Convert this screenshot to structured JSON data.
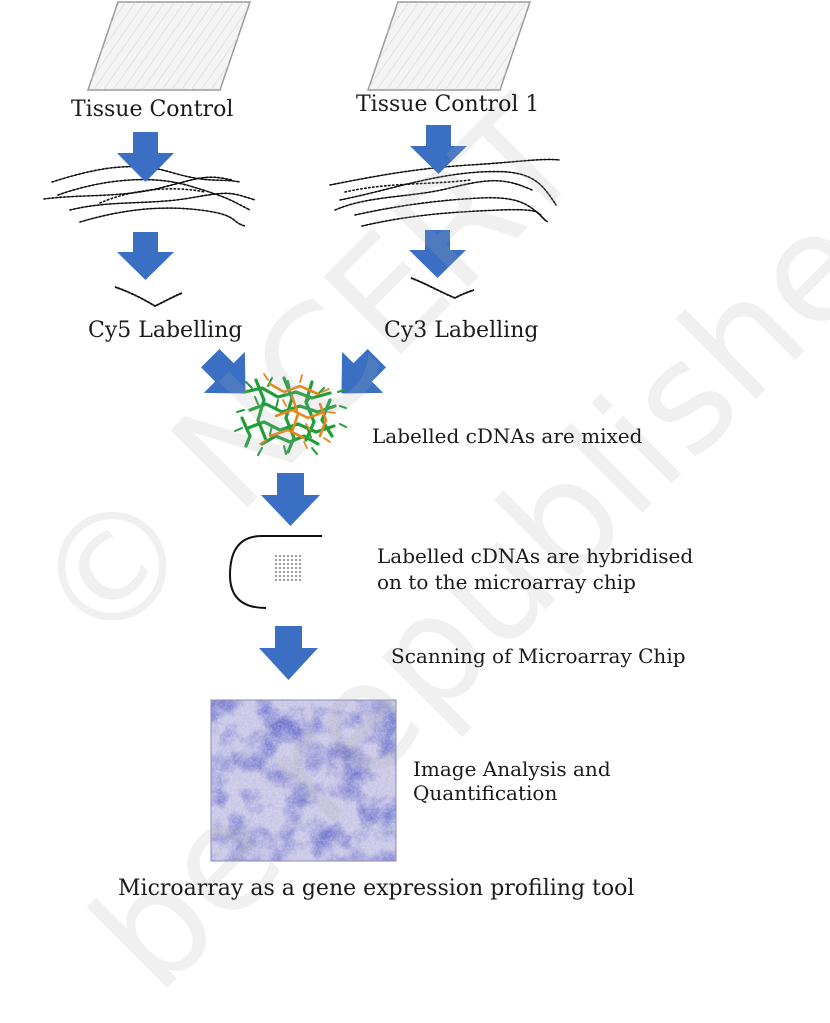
{
  "labels": {
    "tissue_control": "Tissue Control",
    "tissue_control_1": "Tissue Control 1",
    "cy5_labelling": "Cy5 Labelling",
    "cy3_labelling": "Cy3 Labelling",
    "mixed": "Labelled cDNAs are mixed",
    "hybridised_line1": "Labelled cDNAs are hybridised",
    "hybridised_line2": "on to the microarray chip",
    "scanning": "Scanning of Microarray Chip",
    "analysis_line1": "Image Analysis and",
    "analysis_line2": "Quantification",
    "caption": "Microarray as a gene expression profiling tool"
  },
  "watermark": {
    "line1": "© NCERT",
    "line2": "be republished"
  },
  "colors": {
    "arrow": "#3a6fc4",
    "cy5_dye": "#e8861c",
    "cy3_dye": "#1f9e3a",
    "chip_dark": "#2c2f8f",
    "chip_light": "#c9c7e6"
  },
  "icons": [
    "tissue-slide-icon",
    "cdna-strand-icon",
    "arrow-down-icon",
    "microarray-chip-icon",
    "scan-image-icon"
  ]
}
